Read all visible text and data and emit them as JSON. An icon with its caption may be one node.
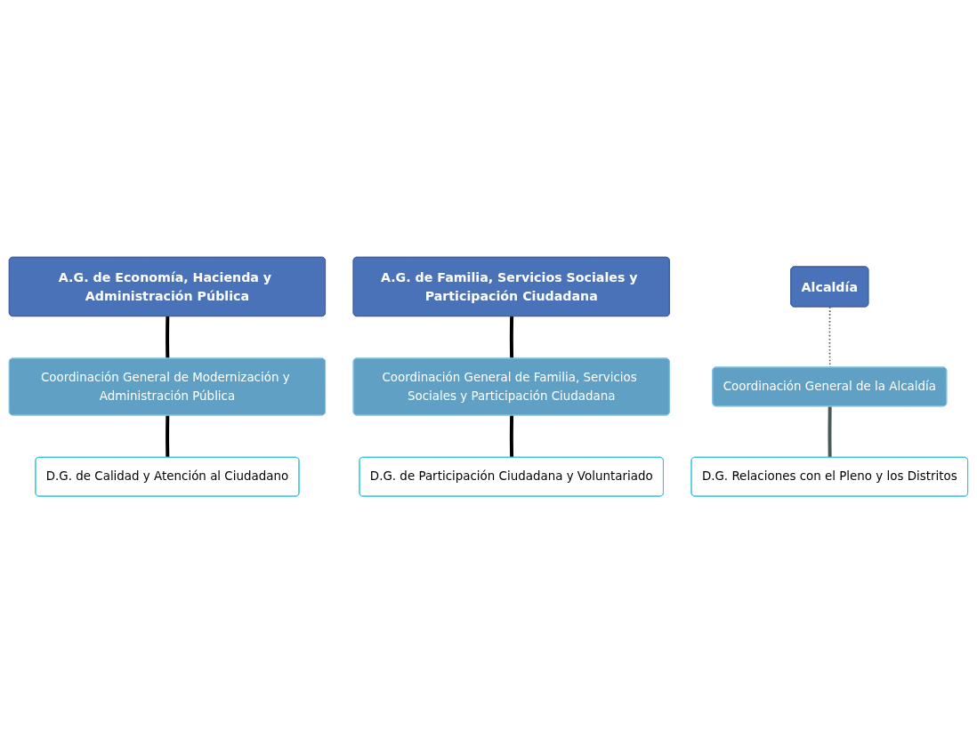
{
  "diagram": {
    "nodes": [
      {
        "text": [
          "A.G. de Economía, Hacienda y Administración Pública"
        ]
      },
      {
        "text": [
          "Coordinación General de Modernización y Administración Pública"
        ]
      },
      {
        "text": [
          "D.G. de Calidad y Atención al Ciudadano"
        ]
      },
      {
        "text": [
          "A.G. de Familia, Servicios Sociales y Participación Ciudadana"
        ]
      },
      {
        "text": [
          "Coordinación General de Familia, Servicios Sociales y Participación Ciudadana"
        ]
      },
      {
        "text": [
          "D.G. de Participación Ciudadana y Voluntariado"
        ]
      },
      {
        "text": [
          "Alcaldía"
        ]
      },
      {
        "text": [
          "Coordinación General de la Alcaldía"
        ]
      },
      {
        "text": [
          "D.G. Relaciones con el Pleno y los Distritos"
        ]
      }
    ],
    "edges": [
      {
        "from": 0,
        "to": 1,
        "arrow": "none"
      },
      {
        "from": 1,
        "to": 2,
        "arrow": "none"
      },
      {
        "from": 3,
        "to": 4,
        "arrow": "none"
      },
      {
        "from": 4,
        "to": 5,
        "arrow": "none"
      },
      {
        "from": 6,
        "to": 7,
        "arrow": "none",
        "style": "dashed",
        "color": "#555555"
      },
      {
        "from": 7,
        "to": 8,
        "arrow": "none",
        "color": "#4a5a5a"
      }
    ]
  }
}
